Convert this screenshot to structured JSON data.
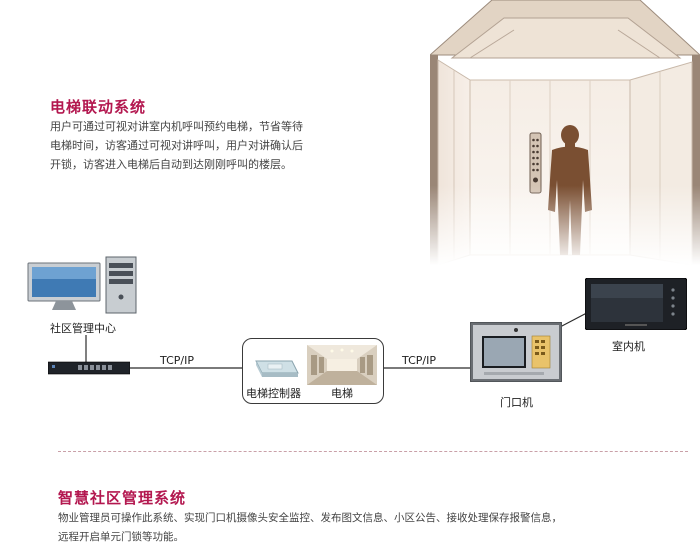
{
  "section1": {
    "title": "电梯联动系统",
    "lines": [
      "用户可通过可视对讲室内机呼叫预约电梯，节省等待",
      "电梯时间，访客通过可视对讲呼叫，用户对讲确认后",
      "开锁，访客进入电梯后自动到达刚刚呼叫的楼层。"
    ]
  },
  "diagram": {
    "center_label": "社区管理中心",
    "protocol_left": "TCP/IP",
    "protocol_right": "TCP/IP",
    "controller_label": "电梯控制器",
    "elevator_label": "电梯",
    "door_station_label": "门口机",
    "indoor_unit_label": "室内机"
  },
  "section2": {
    "title": "智慧社区管理系统",
    "lines": [
      "物业管理员可操作此系统、实现门口机摄像头安全监控、发布图文信息、小区公告、接收处理保存报警信息，",
      "远程开启单元门锁等功能。"
    ]
  },
  "colors": {
    "accent": "#b3174f"
  }
}
